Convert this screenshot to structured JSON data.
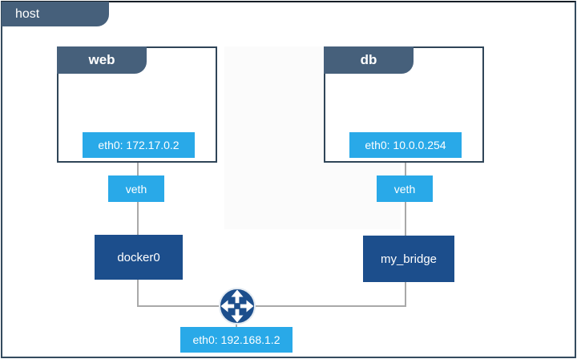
{
  "diagram": {
    "title": "docker-network-diagram",
    "host": {
      "label": "host",
      "interface": "eth0: 192.168.1.2"
    },
    "containers": [
      {
        "label": "web",
        "interface": "eth0: 172.17.0.2",
        "veth_label": "veth",
        "bridge_label": "docker0"
      },
      {
        "label": "db",
        "interface": "eth0: 10.0.0.254",
        "veth_label": "veth",
        "bridge_label": "my_bridge"
      }
    ],
    "icons": {
      "router": "router-arrows-icon"
    },
    "colors": {
      "tab_slate": "#46607b",
      "light_blue": "#29a9e8",
      "navy": "#1c4e8c",
      "line_gray": "#a9a9a9",
      "border_dark": "#2f4558"
    }
  }
}
